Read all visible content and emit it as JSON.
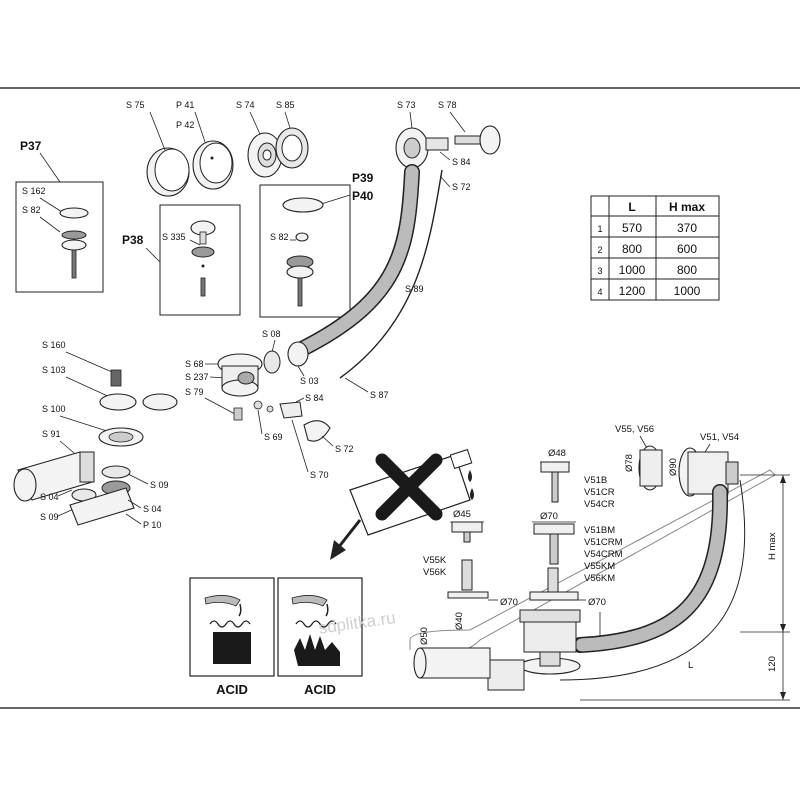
{
  "labels": {
    "s75": "S 75",
    "p41": "P 41",
    "p42": "P 42",
    "s74": "S 74",
    "s85": "S 85",
    "s73": "S 73",
    "s78": "S 78",
    "s84a": "S 84",
    "s72a": "S 72",
    "p37": "P37",
    "s162": "S 162",
    "s82a": "S 82",
    "p38": "P38",
    "s335": "S 335",
    "p39": "P39",
    "p40": "P40",
    "s82b": "S 82",
    "s89": "S 89",
    "s08": "S 08",
    "s03": "S 03",
    "s87": "S 87",
    "s160": "S 160",
    "s103": "S 103",
    "s68": "S 68",
    "s237": "S 237",
    "s79": "S 79",
    "s84b": "S 84",
    "s100": "S 100",
    "s69": "S 69",
    "s72b": "S 72",
    "s91": "S 91",
    "s70": "S 70",
    "s09a": "S 09",
    "s04a": "S 04",
    "s09b": "S 09",
    "s04b": "S 04",
    "p10": "P 10"
  },
  "table": {
    "headers": [
      "L",
      "H max"
    ],
    "rows": [
      {
        "idx": "1",
        "l": "570",
        "h": "370"
      },
      {
        "idx": "2",
        "l": "800",
        "h": "600"
      },
      {
        "idx": "3",
        "l": "1000",
        "h": "800"
      },
      {
        "idx": "4",
        "l": "1200",
        "h": "1000"
      }
    ]
  },
  "section": {
    "v55v56": "V55, V56",
    "v51v54": "V51, V54",
    "d78": "Ø78",
    "d90": "Ø90",
    "d48": "Ø48",
    "v51b_group": [
      "V51B",
      "V51CR",
      "V54CR"
    ],
    "d45": "Ø45",
    "d70a": "Ø70",
    "v51bm_group": [
      "V51BM",
      "V51CRM",
      "V54CRM",
      "V55KM",
      "V56KM"
    ],
    "v55k_group": [
      "V55K",
      "V56K"
    ],
    "d70b": "Ø70",
    "d70c": "Ø70",
    "d50": "Ø50",
    "d40": "Ø40",
    "hmax": "H max",
    "l": "L",
    "h120": "120"
  },
  "warnings": {
    "acid1": "ACID",
    "acid2": "ACID"
  },
  "watermark": "sdplitka.ru"
}
